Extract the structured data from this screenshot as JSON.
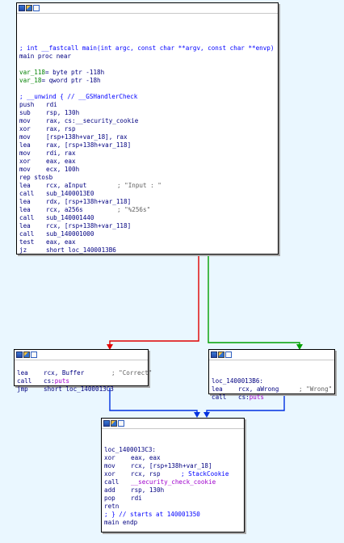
{
  "colors": {
    "background": "#eaf7ff",
    "edge_true": "#00a000",
    "edge_false": "#e00000",
    "edge_uncond": "#0030e0"
  },
  "icons": [
    "graph-node-icon",
    "edit-node-icon",
    "change-color-icon"
  ],
  "main_block": {
    "comment_decl": "; int __fastcall main(int argc, const char **argv, const char **envp)",
    "proc_line": "main proc near",
    "var118_name": "var_118",
    "var118_rest": "= byte ptr -118h",
    "var18_name": "var_18",
    "var18_rest": "= qword ptr -18h",
    "unwind": "; __unwind { // __GSHandlerCheck",
    "l_push_m": "push",
    "l_push_o": "rdi",
    "l_sub_m": "sub",
    "l_sub_o": "rsp, 130h",
    "l_mov1_m": "mov",
    "l_mov1_o": "rax, cs:__security_cookie",
    "l_xor1_m": "xor",
    "l_xor1_o": "rax, rsp",
    "l_mov2_m": "mov",
    "l_mov2_o": "[rsp+138h+var_18], rax",
    "l_lea1_m": "lea",
    "l_lea1_o": "rax, [rsp+138h+var_118]",
    "l_mov3_m": "mov",
    "l_mov3_o": "rdi, rax",
    "l_xor2_m": "xor",
    "l_xor2_o": "eax, eax",
    "l_mov4_m": "mov",
    "l_mov4_o": "ecx, 100h",
    "l_rep": "rep stosb",
    "l_lea2_m": "lea",
    "l_lea2_o": "rcx, aInput",
    "l_lea2_c": "; \"Input : \"",
    "l_call1_m": "call",
    "l_call1_o": "sub_1400013E0",
    "l_lea3_m": "lea",
    "l_lea3_o": "rdx, [rsp+138h+var_118]",
    "l_lea4_m": "lea",
    "l_lea4_o": "rcx, a256s",
    "l_lea4_c": "; \"%256s\"",
    "l_call2_m": "call",
    "l_call2_o": "sub_140001440",
    "l_lea5_m": "lea",
    "l_lea5_o": "rcx, [rsp+138h+var_118]",
    "l_call3_m": "call",
    "l_call3_o": "sub_140001000",
    "l_test_m": "test",
    "l_test_o": "eax, eax",
    "l_jz_m": "jz",
    "l_jz_o": "short loc_1400013B6"
  },
  "correct_block": {
    "lea_m": "lea",
    "lea_o": "rcx, Buffer",
    "lea_c": "; \"Correct\"",
    "call_m": "call",
    "call_prefix": "cs:",
    "call_fn": "puts",
    "jmp_m": "jmp",
    "jmp_o": "short loc_1400013C3"
  },
  "wrong_block": {
    "label": "loc_1400013B6:",
    "lea_m": "lea",
    "lea_o": "rcx, aWrong",
    "lea_c": "; \"Wrong\"",
    "call_m": "call",
    "call_prefix": "cs:",
    "call_fn": "puts"
  },
  "end_block": {
    "label": "loc_1400013C3:",
    "xor1_m": "xor",
    "xor1_o": "eax, eax",
    "mov_m": "mov",
    "mov_o": "rcx, [rsp+138h+var_18]",
    "xor2_m": "xor",
    "xor2_o": "rcx, rsp",
    "xor2_c": "; StackCookie",
    "call_m": "call",
    "call_o": "__security_check_cookie",
    "add_m": "add",
    "add_o": "rsp, 130h",
    "pop_m": "pop",
    "pop_o": "rdi",
    "retn": "retn",
    "starts": "; } // starts at 140001350",
    "endp": "main endp"
  }
}
